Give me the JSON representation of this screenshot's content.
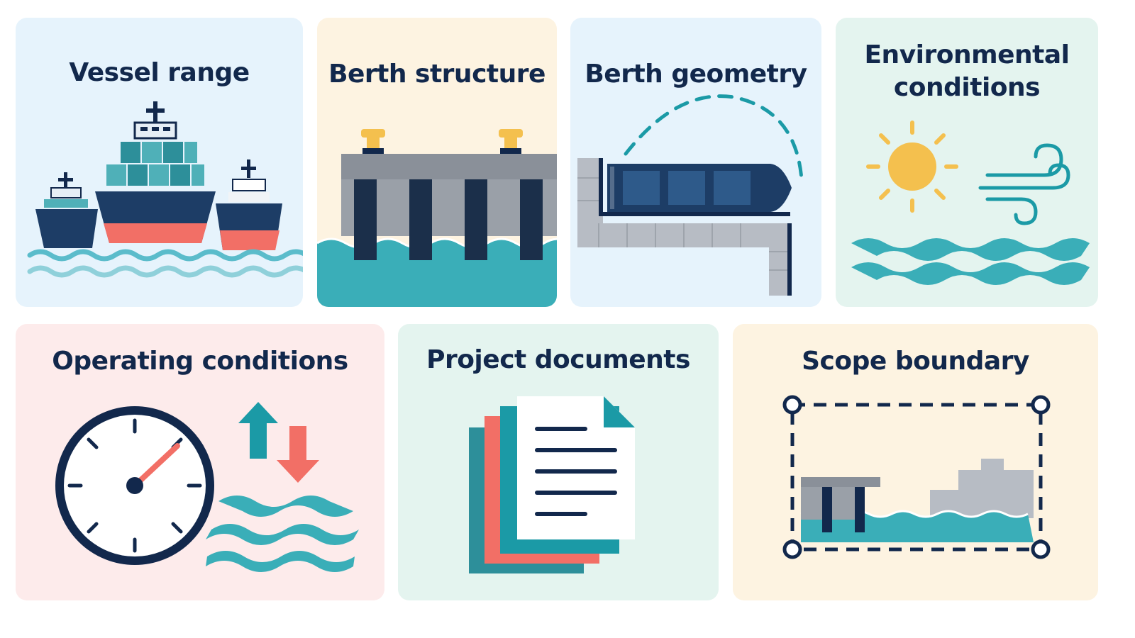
{
  "colors": {
    "navy": "#12284c",
    "teal": "#1b9aa6",
    "water": "#3aaeb8",
    "coral": "#f26f66",
    "sun": "#f4c04e",
    "gray": "#8a9099"
  },
  "cards": [
    {
      "title": "Vessel range",
      "icon": "ships-icon",
      "bg": "#e6f3fc"
    },
    {
      "title": "Berth structure",
      "icon": "pier-icon",
      "bg": "#fdf3e1"
    },
    {
      "title": "Berth geometry",
      "icon": "berth-geometry-icon",
      "bg": "#e6f3fc"
    },
    {
      "title": "Environmental\nconditions",
      "icon": "sun-wind-waves-icon",
      "bg": "#e4f4ef"
    },
    {
      "title": "Operating conditions",
      "icon": "gauge-icon",
      "bg": "#fdebeb"
    },
    {
      "title": "Project documents",
      "icon": "documents-icon",
      "bg": "#e4f4ef"
    },
    {
      "title": "Scope boundary",
      "icon": "scope-boundary-icon",
      "bg": "#fdf3e1"
    }
  ]
}
